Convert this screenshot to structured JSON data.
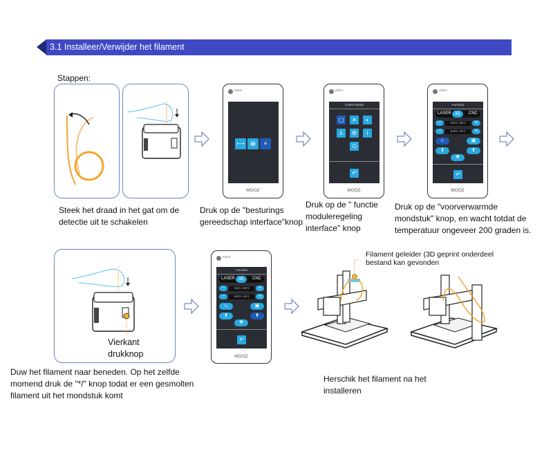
{
  "header": {
    "title": "3.1 Installeer/Verwijder het filament",
    "colors": {
      "bar": "#4049c4",
      "triangle": "#1d2a78"
    }
  },
  "steps_label": "Stappen:",
  "steps": [
    {
      "caption": "Steek het draad in het gat om de detectie uit te schakelen"
    },
    {
      "caption": "Druk op de \"besturings gereedschap interface\"knop"
    },
    {
      "caption": "Druk op de \" functie moduleregeling interface\" knop"
    },
    {
      "caption": "Druk op de  \"voorverwarmde mondstuk\" knop, en wacht totdat de  temperatuur ongeveer 200 graden is."
    },
    {
      "caption": "Duw het filament naar beneden. Op het zelfde momend druk de \"*/\" knop todat er een gesmolten filament uit het mondstuk komt"
    },
    {
      "caption": "Herschik het filament na het installeren"
    }
  ],
  "callouts": {
    "square_button": "Vierkant drukknop",
    "filament_guide": "Filament geleider (3D geprint onderdeel bestand kan gevonden"
  },
  "device": {
    "brand": "dobot",
    "model": "MOOZ",
    "screens": {
      "control_mode_title": "Control Mode",
      "function_title": "Function",
      "modes": [
        "LASER",
        "3D",
        "CNC"
      ],
      "active_mode": "3D",
      "temp_row_1": "T:28°C / 200°C",
      "temp_row_2": "B:25°C / 60°C"
    }
  }
}
